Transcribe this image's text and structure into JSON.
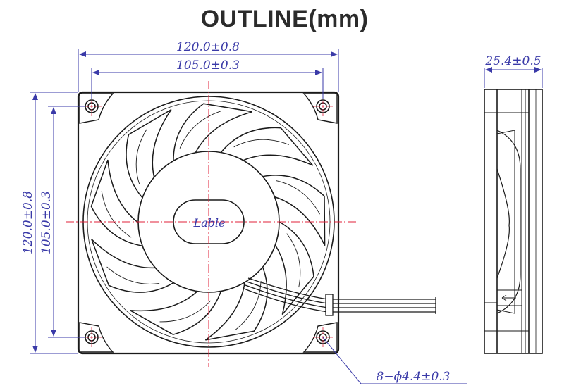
{
  "title": "OUTLINE(mm)",
  "dimensions": {
    "overall_width": "120.0±0.8",
    "hole_pitch_width": "105.0±0.3",
    "overall_height": "120.0±0.8",
    "hole_pitch_height": "105.0±0.3",
    "thickness": "25.4±0.5",
    "mounting_holes": "8−ϕ4.4±0.3"
  },
  "label_text": "Lable",
  "colors": {
    "outline": "#1a1a1a",
    "dimension": "#3a3aa8",
    "centerline": "#e0203a"
  }
}
